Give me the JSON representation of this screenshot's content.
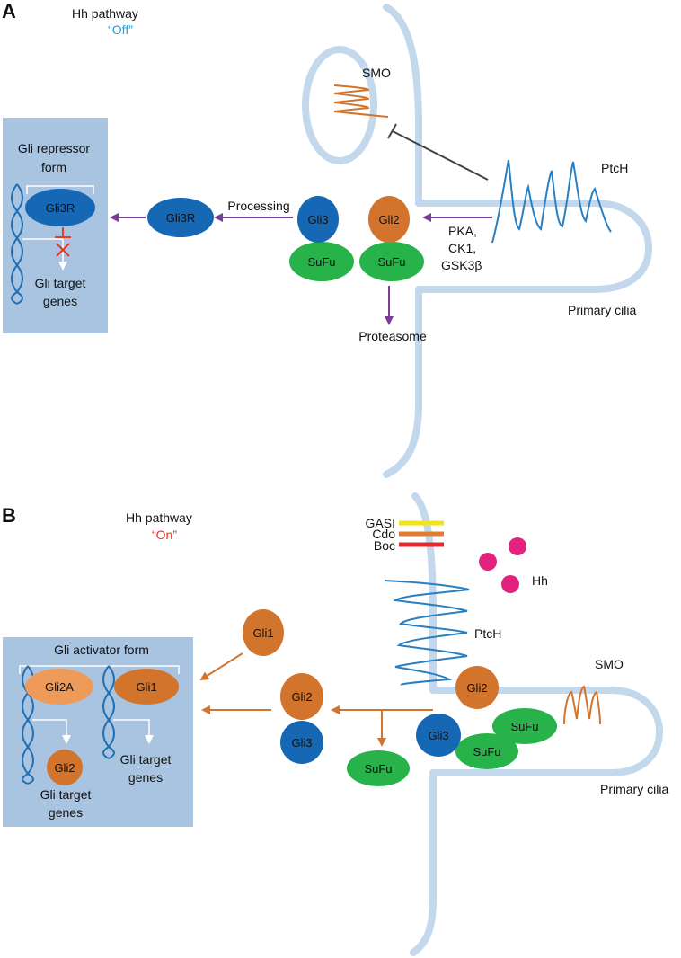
{
  "colors": {
    "membrane": "#c3d8ec",
    "nucleus_box": "#a9c4e0",
    "blue_protein": "#1668b5",
    "orange_protein": "#d3742d",
    "light_orange_protein": "#ee9a58",
    "green_protein": "#27b24a",
    "purple_arrow": "#7a3d98",
    "orange_arrow": "#d3742d",
    "inhibit_line": "#444444",
    "inhibit_red": "#e5392a",
    "off_text": "#1e9fd6",
    "on_text": "#e53225",
    "gasi": "#f2e41c",
    "cdo": "#e07b2f",
    "boc": "#e32b2b",
    "hh": "#e2237d",
    "ptch": "#2a7fc1"
  },
  "panel_a": {
    "letter": "A",
    "title": "Hh pathway",
    "state": "“Off”",
    "nucleus": {
      "title_line1": "Gli repressor",
      "title_line2": "form",
      "protein": "Gli3R",
      "target_line1": "Gli target",
      "target_line2": "genes"
    },
    "gli3r": "Gli3R",
    "processing": "Processing",
    "gli3": "Gli3",
    "gli2": "Gli2",
    "sufu_1": "SuFu",
    "sufu_2": "SuFu",
    "proteasome": "Proteasome",
    "kinases": [
      "PKA,",
      "CK1,",
      "GSK3β"
    ],
    "smo": "SMO",
    "ptch": "PtcH",
    "cilia": "Primary cilia"
  },
  "panel_b": {
    "letter": "B",
    "title": "Hh pathway",
    "state": "“On”",
    "nucleus": {
      "title": "Gli activator form",
      "gli2a": "Gli2A",
      "gli1": "Gli1",
      "gli2": "Gli2",
      "target1_line1": "Gli target",
      "target1_line2": "genes",
      "target2_line1": "Gli target",
      "target2_line2": "genes"
    },
    "gli1_free": "Gli1",
    "gli2_mid": "Gli2",
    "gli3_mid": "Gli3",
    "sufu_free": "SuFu",
    "gli2_complex": "Gli2",
    "gli3_complex": "Gli3",
    "sufu_complex_1": "SuFu",
    "sufu_complex_2": "SuFu",
    "receptors": [
      "GASI",
      "Cdo",
      "Boc"
    ],
    "hh": "Hh",
    "ptch": "PtcH",
    "smo": "SMO",
    "cilia": "Primary cilia"
  }
}
